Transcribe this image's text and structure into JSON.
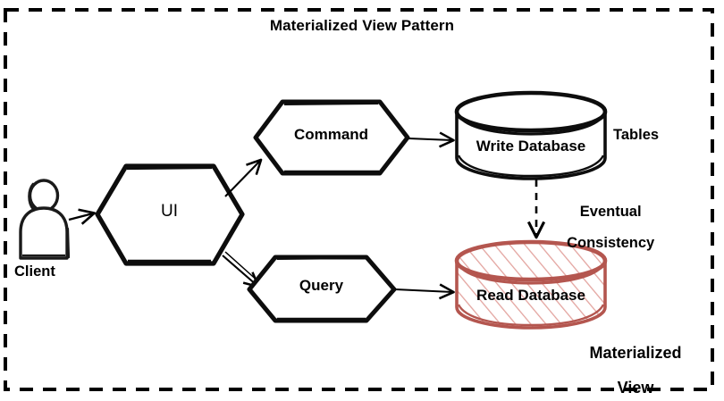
{
  "title": "Materialized View Pattern",
  "frame": {
    "style": "dashed",
    "color": "#000000"
  },
  "nodes": {
    "client": {
      "label": "Client",
      "icon": "person-icon",
      "shape": "actor"
    },
    "ui": {
      "label": "UI",
      "shape": "hexagon"
    },
    "command": {
      "label": "Command",
      "shape": "hexagon"
    },
    "query": {
      "label": "Query",
      "shape": "hexagon"
    },
    "write_database": {
      "label": "Write Database",
      "shape": "cylinder",
      "color": "#000000"
    },
    "read_database": {
      "label": "Read Database",
      "shape": "cylinder",
      "color": "#b4564f",
      "fill": "hatched",
      "hatch_color": "#e3a49f"
    }
  },
  "annotations": {
    "tables": "Tables",
    "eventual_consistency_line1": "Eventual",
    "eventual_consistency_line2": "Consistency",
    "materialized_view_line1": "Materialized",
    "materialized_view_line2": "View"
  },
  "edges": [
    {
      "from": "client",
      "to": "ui",
      "style": "solid"
    },
    {
      "from": "ui",
      "to": "command",
      "style": "solid"
    },
    {
      "from": "ui",
      "to": "query",
      "style": "solid"
    },
    {
      "from": "command",
      "to": "write_database",
      "style": "solid"
    },
    {
      "from": "query",
      "to": "read_database",
      "style": "solid"
    },
    {
      "from": "write_database",
      "to": "read_database",
      "style": "dashed",
      "label": "Eventual Consistency"
    }
  ],
  "colors": {
    "stroke": "#000000",
    "read_db_stroke": "#b4564f",
    "read_db_hatch": "#e3a49f",
    "background": "#ffffff"
  }
}
